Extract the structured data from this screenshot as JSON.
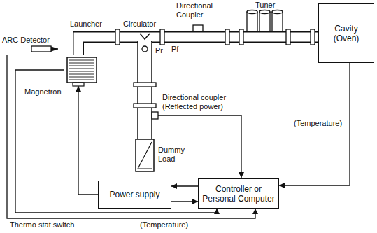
{
  "diagram": {
    "nodes": [
      {
        "text": [
          "ARC Detector"
        ]
      },
      {
        "text": [
          "Magnetron"
        ]
      },
      {
        "text": [
          "Cavity (Oven)"
        ]
      },
      {
        "text": [
          "Power supply"
        ]
      },
      {
        "text": [
          "Controller or Personal Computer"
        ]
      }
    ],
    "edges": [
      {
        "from": 0,
        "to": 4,
        "arrow": "to"
      },
      {
        "from": 1,
        "to": 4,
        "arrow": "to",
        "label": "(Temperature)"
      },
      {
        "from": 3,
        "to": 1,
        "arrow": "to"
      },
      {
        "from": 4,
        "to": 3,
        "arrow": "to"
      },
      {
        "from": 3,
        "to": 4,
        "arrow": "to"
      },
      {
        "from": 2,
        "to": 4,
        "arrow": "to",
        "label": "(Temperature)"
      },
      {
        "from": 1,
        "to": 2,
        "arrow": "none"
      }
    ],
    "labels": [
      "Launcher",
      "Circulator",
      "Directional Coupler",
      "Tuner",
      "Pf",
      "Pr",
      "Directional coupler (Reflected power)",
      "Dummy Load",
      "Thermo stat switch"
    ]
  }
}
